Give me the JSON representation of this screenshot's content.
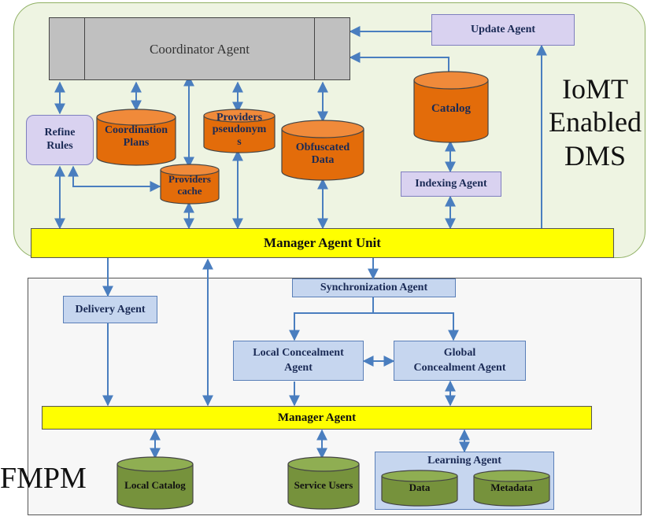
{
  "regions": {
    "iomt_label_line1": "IoMT",
    "iomt_label_line2": "Enabled",
    "iomt_label_line3": "DMS",
    "fmpm_label": "FMPM"
  },
  "nodes": {
    "coordinator_agent": "Coordinator Agent",
    "update_agent": "Update Agent",
    "catalog": "Catalog",
    "refine_rules_line1": "Refine",
    "refine_rules_line2": "Rules",
    "coordination_plans_line1": "Coordination",
    "coordination_plans_line2": "Plans",
    "providers_pseudonyms_line1": "Providers",
    "providers_pseudonyms_line2": "pseudonym",
    "providers_pseudonyms_line3": "s",
    "obfuscated_data_line1": "Obfuscated",
    "obfuscated_data_line2": "Data",
    "providers_cache_line1": "Providers",
    "providers_cache_line2": "cache",
    "indexing_agent": "Indexing Agent",
    "manager_agent_unit": "Manager Agent Unit",
    "synchronization_agent": "Synchronization Agent",
    "delivery_agent": "Delivery Agent",
    "local_concealment_line1": "Local Concealment",
    "local_concealment_line2": "Agent",
    "global_concealment_line1": "Global",
    "global_concealment_line2": "Concealment Agent",
    "manager_agent": "Manager Agent",
    "local_catalog": "Local Catalog",
    "service_users": "Service Users",
    "learning_agent": "Learning Agent",
    "data": "Data",
    "metadata": "Metadata"
  },
  "colors": {
    "iomt_region_fill": "#eef4e2",
    "iomt_region_border": "#8fb063",
    "fmpm_region_fill": "#f7f7f7",
    "coordinator_fill": "#c0c0c0",
    "agent_box_fill": "#c6d6ef",
    "agent_box_border": "#5a7fb8",
    "refine_fill": "#d9d2f0",
    "update_fill": "#d9d2f0",
    "orange_cylinder": "#e36c0a",
    "green_cylinder": "#76923c",
    "yellow_bar": "#ffff00",
    "arrow": "#4a7ebf"
  }
}
